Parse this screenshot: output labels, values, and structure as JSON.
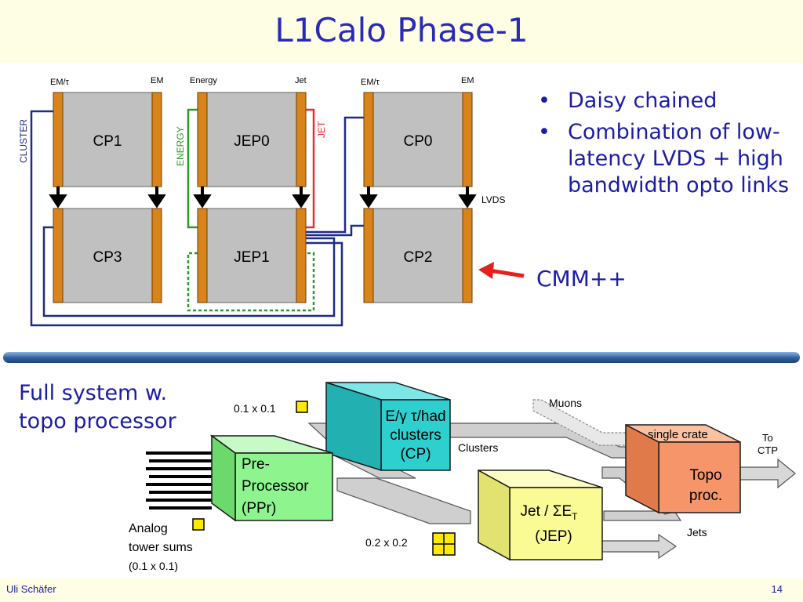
{
  "slide": {
    "title": "L1Calo Phase-1",
    "bullets": [
      "Daisy chained",
      "Combination of low-latency LVDS + high bandwidth opto links"
    ],
    "cmm_label": "CMM++",
    "subtitle_line1": "Full system w.",
    "subtitle_line2": "topo processor",
    "footer_author": "Uli Schäfer",
    "footer_page": "14"
  },
  "crate_diagram": {
    "cp1": "CP1",
    "cp3": "CP3",
    "jep0": "JEP0",
    "jep1": "JEP1",
    "cp0": "CP0",
    "cp2": "CP2",
    "top_em_tau_1": "EM/τ",
    "top_em_1": "EM",
    "top_energy": "Energy",
    "top_jet": "Jet",
    "top_em_tau_2": "EM/τ",
    "top_em_2": "EM",
    "side_cluster": "CLUSTER",
    "side_energy": "ENERGY",
    "side_jet": "JET",
    "lvds": "LVDS"
  },
  "system_diagram": {
    "cp_l1": "E/γ τ/had",
    "cp_l2": "clusters",
    "cp_l3": "(CP)",
    "ppr_l1": "Pre-",
    "ppr_l2": "Processor",
    "ppr_l3": "(PPr)",
    "jep_l1": "Jet / ΣE",
    "jep_sub": "T",
    "jep_l2": "(JEP)",
    "topo_l1": "Topo",
    "topo_l2": "proc.",
    "single_crate": "single crate",
    "muons": "Muons",
    "clusters": "Clusters",
    "jets": "Jets",
    "to": "To",
    "ctp": "CTP",
    "gran_01": "0.1 x 0.1",
    "gran_02": "0.2 x 0.2",
    "analog_l1": "Analog",
    "analog_l2": "tower sums",
    "analog_l3": "(0.1 x 0.1)"
  },
  "colors": {
    "title_text": "#2a2ab8",
    "module_gray": "#c0c0c0",
    "connector_orange": "#d9841a",
    "cluster_line": "#1e2a8c",
    "energy_line": "#2a9a2a",
    "jet_line": "#e53030",
    "cp_box": "#2dcfcf",
    "ppr_box": "#8ef58e",
    "jep_box": "#fbfb96",
    "topo_box": "#f6956a"
  }
}
